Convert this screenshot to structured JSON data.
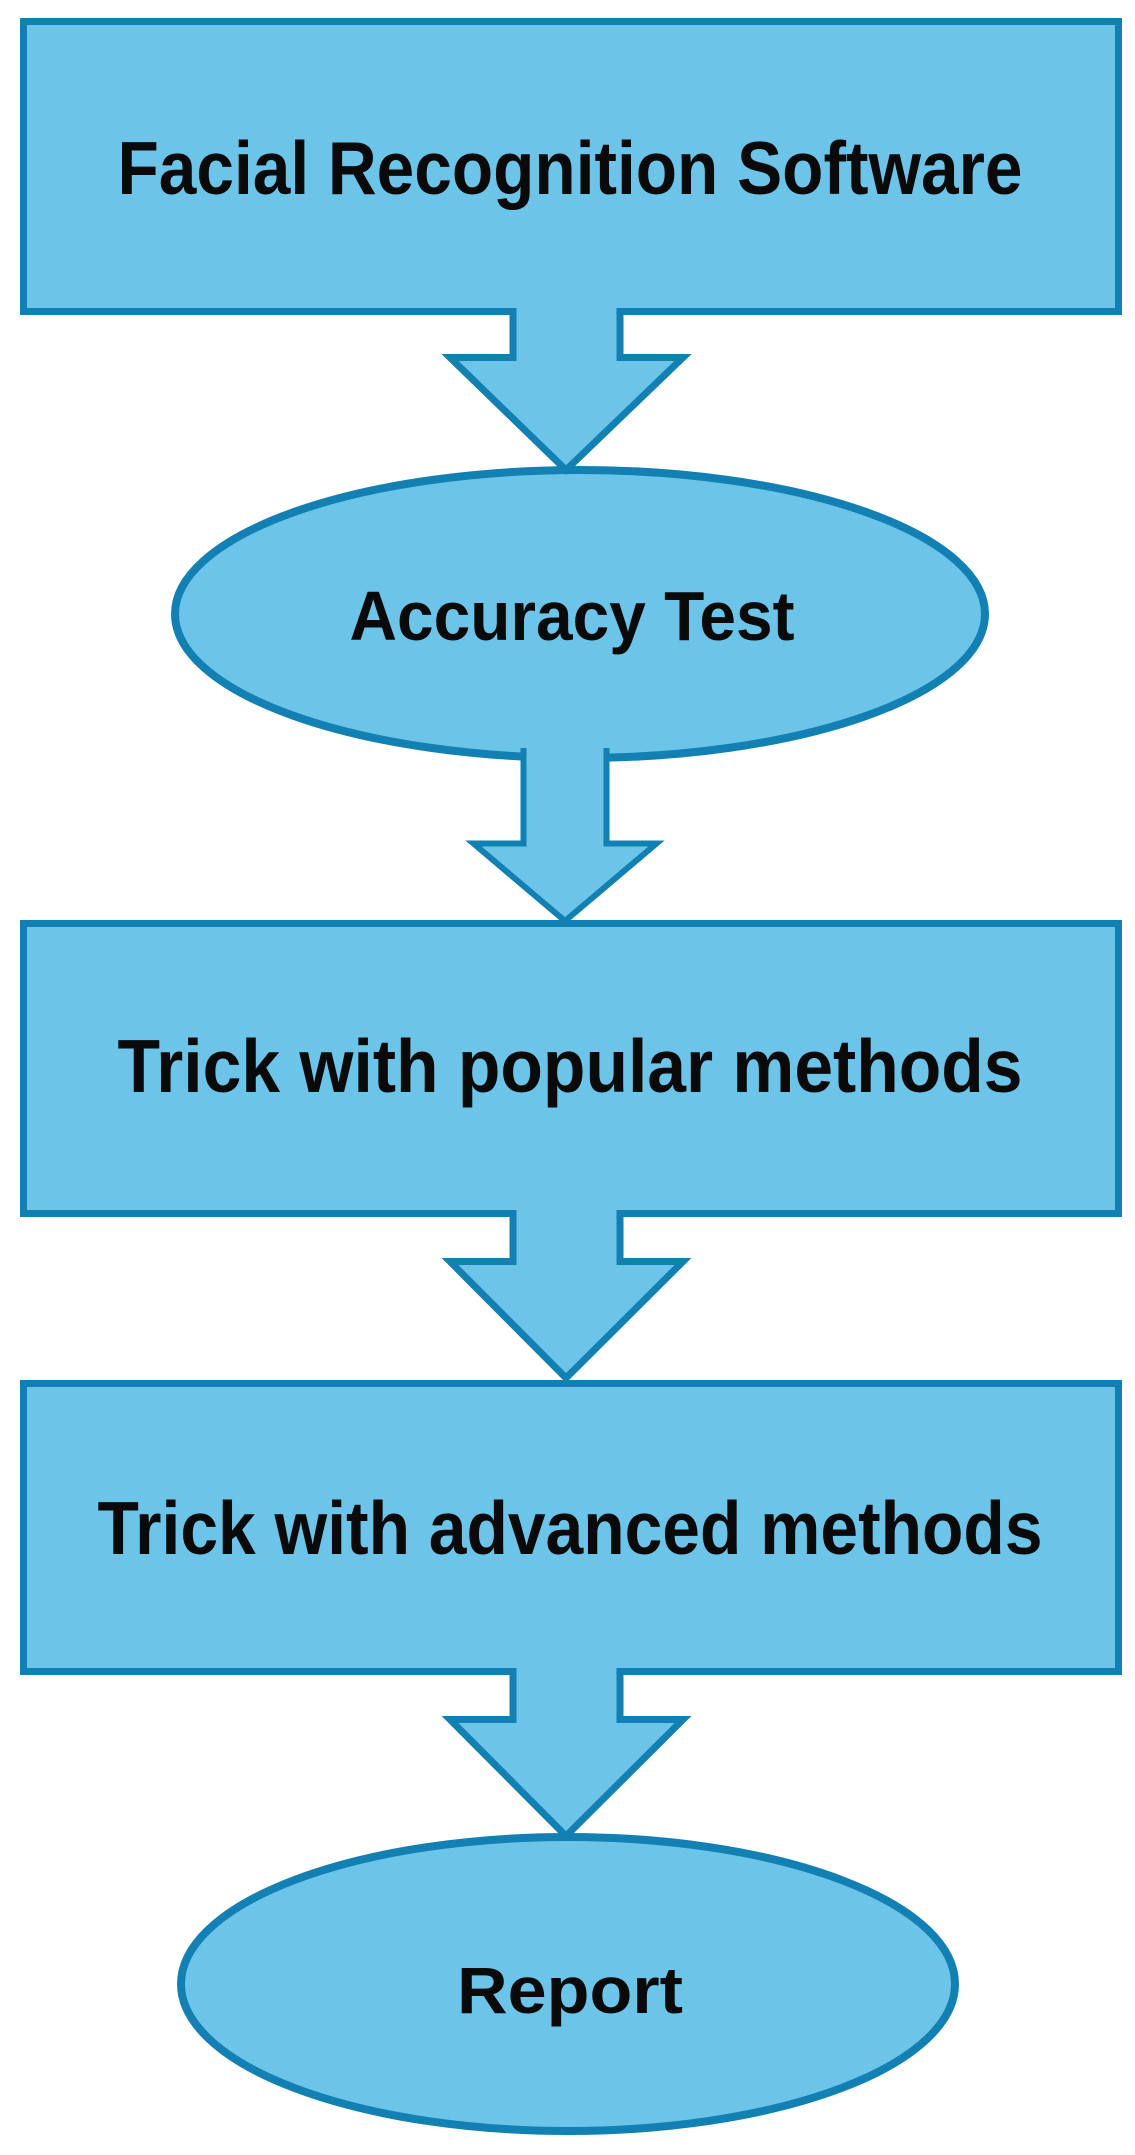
{
  "figure": {
    "type": "flowchart",
    "background_color": "#ffffff",
    "node_fill_color": "#6CC5E8",
    "node_border_color": "#1280B2",
    "label_color": "#0a0a0a",
    "nodes": [
      {
        "id": "facial-recognition-software",
        "shape": "rectangle",
        "label": "Facial Recognition Software"
      },
      {
        "id": "accuracy-test",
        "shape": "ellipse",
        "label": "Accuracy Test"
      },
      {
        "id": "trick-popular-methods",
        "shape": "rectangle",
        "label": "Trick with popular methods"
      },
      {
        "id": "trick-advanced-methods",
        "shape": "rectangle",
        "label": "Trick with advanced methods"
      },
      {
        "id": "report",
        "shape": "ellipse",
        "label": "Report"
      }
    ],
    "edges": [
      {
        "from": "facial-recognition-software",
        "to": "accuracy-test",
        "style": "block-arrow",
        "direction": "down"
      },
      {
        "from": "accuracy-test",
        "to": "trick-popular-methods",
        "style": "block-arrow",
        "direction": "down"
      },
      {
        "from": "trick-popular-methods",
        "to": "trick-advanced-methods",
        "style": "block-arrow",
        "direction": "down"
      },
      {
        "from": "trick-advanced-methods",
        "to": "report",
        "style": "block-arrow",
        "direction": "down"
      }
    ]
  }
}
